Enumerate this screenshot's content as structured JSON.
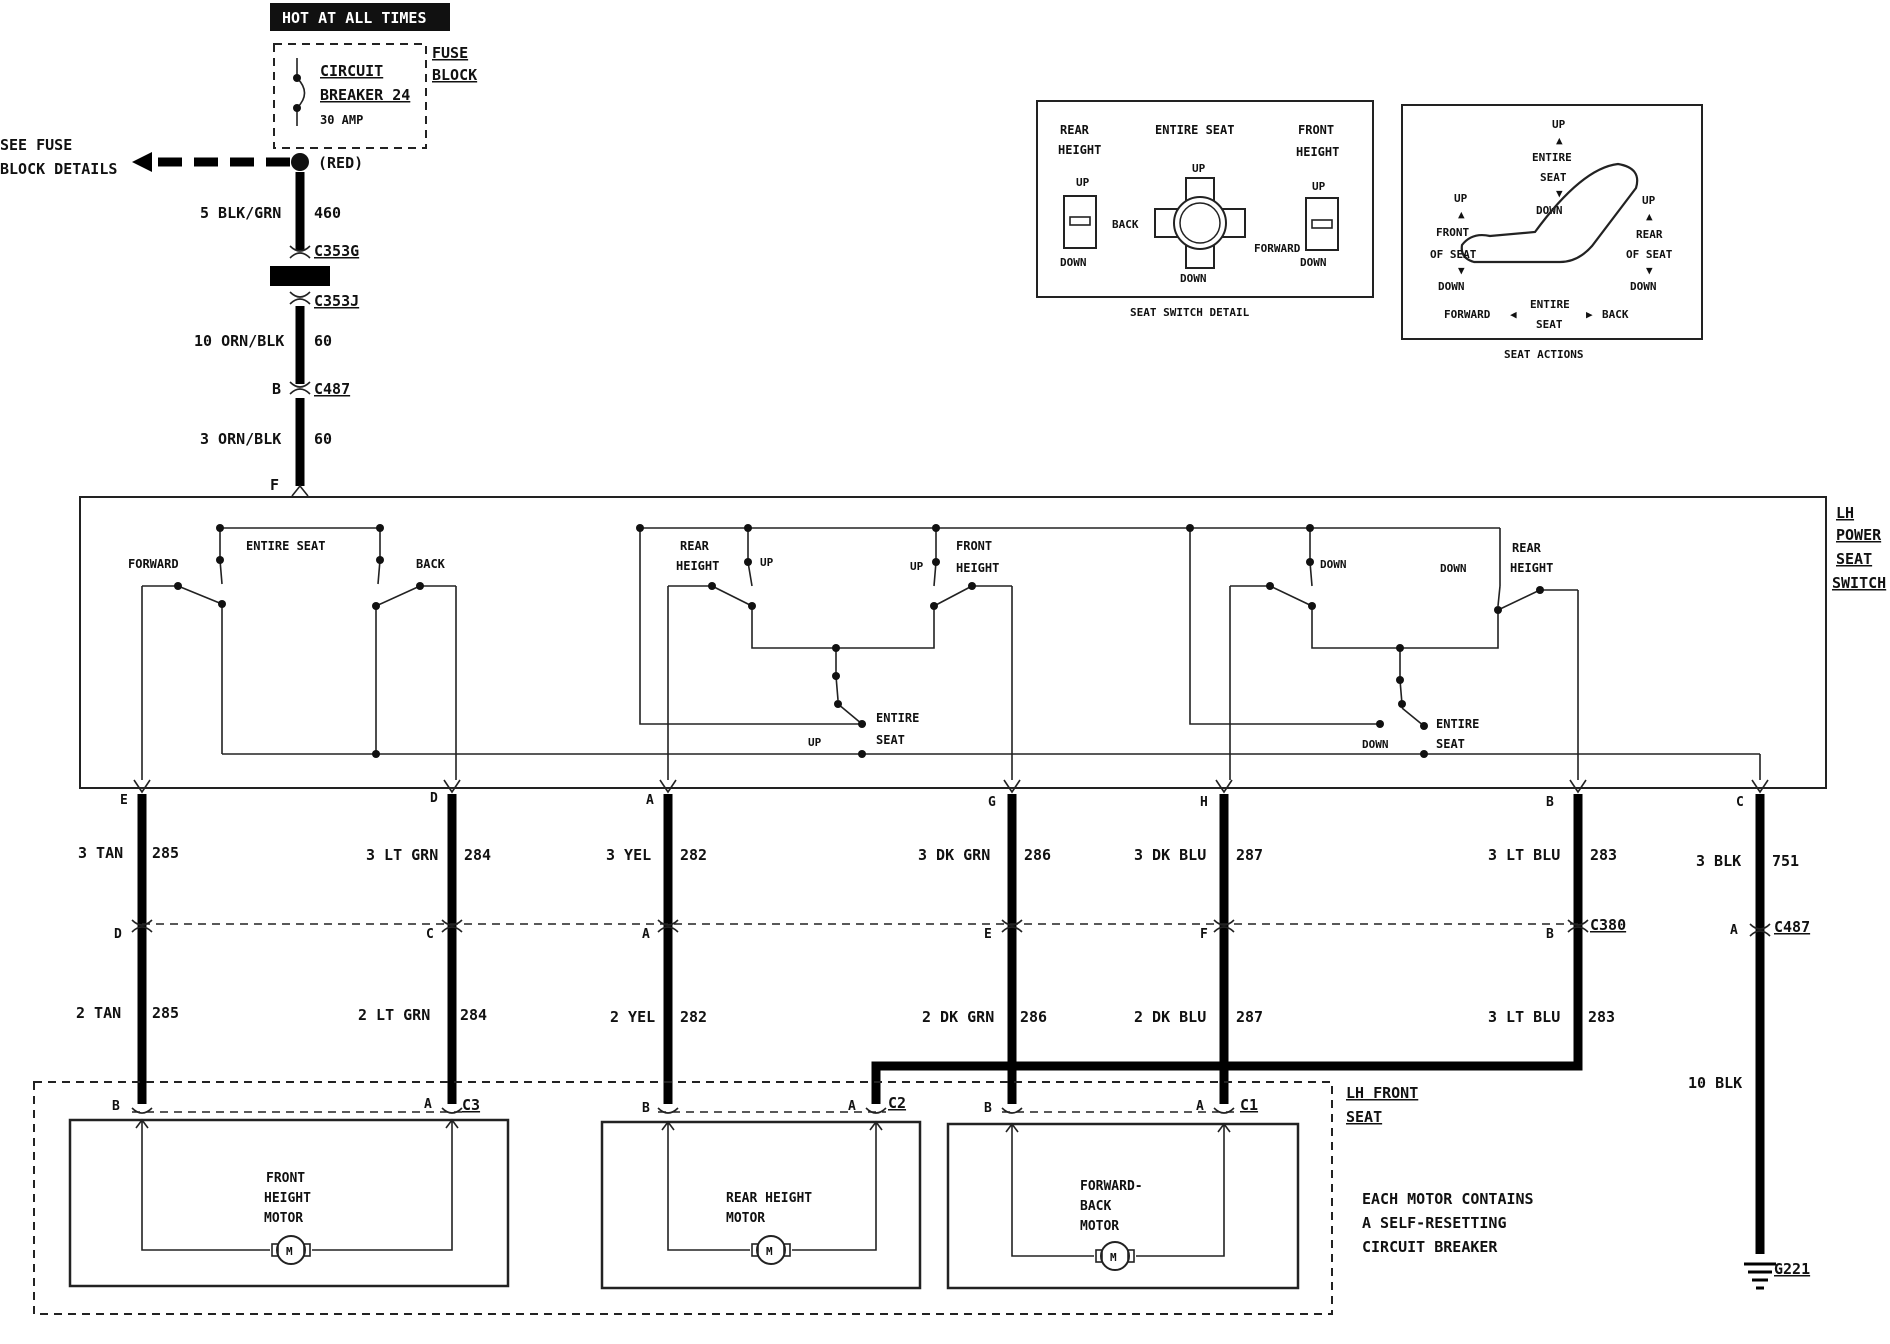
{
  "colors": {
    "ink": "#111111",
    "wire": "#000000",
    "background": "#ffffff"
  },
  "power": {
    "banner": "HOT AT ALL TIMES",
    "breaker_line1": "CIRCUIT",
    "breaker_line2": "BREAKER 24",
    "breaker_rating": "30 AMP",
    "fuse_block_1": "FUSE",
    "fuse_block_2": "BLOCK",
    "red": "(RED)",
    "see_fuse_1": "SEE FUSE",
    "see_fuse_2": "BLOCK DETAILS",
    "w1_name": "5 BLK/GRN",
    "w1_num": "460",
    "c353g": "C353G",
    "c353j": "C353J",
    "w2_name": "10 ORN/BLK",
    "w2_num": "60",
    "pin_b": "B",
    "c487": "C487",
    "w3_name": "3 ORN/BLK",
    "w3_num": "60",
    "pin_f": "F"
  },
  "switch_detail": {
    "rear_1": "REAR",
    "rear_2": "HEIGHT",
    "entire": "ENTIRE SEAT",
    "front_1": "FRONT",
    "front_2": "HEIGHT",
    "up_l": "UP",
    "down_l": "DOWN",
    "up_c": "UP",
    "back": "BACK",
    "forward": "FORWARD",
    "down_c": "DOWN",
    "up_r": "UP",
    "down_r": "DOWN",
    "caption": "SEAT SWITCH DETAIL"
  },
  "seat_actions": {
    "up_top": "UP",
    "entire_1": "ENTIRE",
    "entire_2": "SEAT",
    "down_top": "DOWN",
    "up_front": "UP",
    "front_1": "FRONT",
    "front_2": "OF SEAT",
    "down_front": "DOWN",
    "up_rear": "UP",
    "rear_1": "REAR",
    "rear_2": "OF SEAT",
    "down_rear": "DOWN",
    "forward": "FORWARD",
    "entire_b1": "ENTIRE",
    "entire_b2": "SEAT",
    "back": "BACK",
    "caption": "SEAT ACTIONS"
  },
  "lh_switch": {
    "label_1": "LH",
    "label_2": "POWER",
    "label_3": "SEAT",
    "label_4": "SWITCH",
    "forward": "FORWARD",
    "entire_seat": "ENTIRE SEAT",
    "back": "BACK",
    "rear_1": "REAR",
    "rear_2": "HEIGHT",
    "up1": "UP",
    "up2": "UP",
    "front_1": "FRONT",
    "front_2": "HEIGHT",
    "entire_a1": "ENTIRE",
    "entire_a2": "SEAT",
    "up3": "UP",
    "down1": "DOWN",
    "down2": "DOWN",
    "rear_b1": "REAR",
    "rear_b2": "HEIGHT",
    "entire_b1": "ENTIRE",
    "entire_b2": "SEAT",
    "down3": "DOWN"
  },
  "circuits": [
    {
      "top_pin": "E",
      "name_top": "3 TAN",
      "num_top": "285",
      "mid_pin": "D",
      "name_bot": "2 TAN",
      "num_bot": "285"
    },
    {
      "top_pin": "D",
      "name_top": "3 LT GRN",
      "num_top": "284",
      "mid_pin": "C",
      "name_bot": "2 LT GRN",
      "num_bot": "284"
    },
    {
      "top_pin": "A",
      "name_top": "3 YEL",
      "num_top": "282",
      "mid_pin": "A",
      "name_bot": "2 YEL",
      "num_bot": "282"
    },
    {
      "top_pin": "G",
      "name_top": "3 DK GRN",
      "num_top": "286",
      "mid_pin": "E",
      "name_bot": "2 DK GRN",
      "num_bot": "286"
    },
    {
      "top_pin": "H",
      "name_top": "3 DK BLU",
      "num_top": "287",
      "mid_pin": "F",
      "name_bot": "2 DK BLU",
      "num_bot": "287"
    },
    {
      "top_pin": "B",
      "name_top": "3 LT BLU",
      "num_top": "283",
      "mid_pin": "B",
      "name_bot": "3 LT BLU",
      "num_bot": "283"
    }
  ],
  "c380": "C380",
  "ground": {
    "top_pin": "C",
    "name": "3 BLK",
    "num": "751",
    "mid_pin": "A",
    "conn": "C487",
    "name2": "10 BLK",
    "g": "G221"
  },
  "motors": {
    "pin_b": "B",
    "pin_a": "A",
    "c3": "C3",
    "c2": "C2",
    "c1": "C1",
    "front_1": "FRONT",
    "front_2": "HEIGHT",
    "front_3": "MOTOR",
    "rear_1": "REAR HEIGHT",
    "rear_2": "MOTOR",
    "fwd_1": "FORWARD-",
    "fwd_2": "BACK",
    "fwd_3": "MOTOR",
    "m": "M",
    "lh_front_1": "LH FRONT",
    "lh_front_2": "SEAT",
    "note_1": "EACH MOTOR CONTAINS",
    "note_2": "A SELF-RESETTING",
    "note_3": "CIRCUIT BREAKER"
  }
}
